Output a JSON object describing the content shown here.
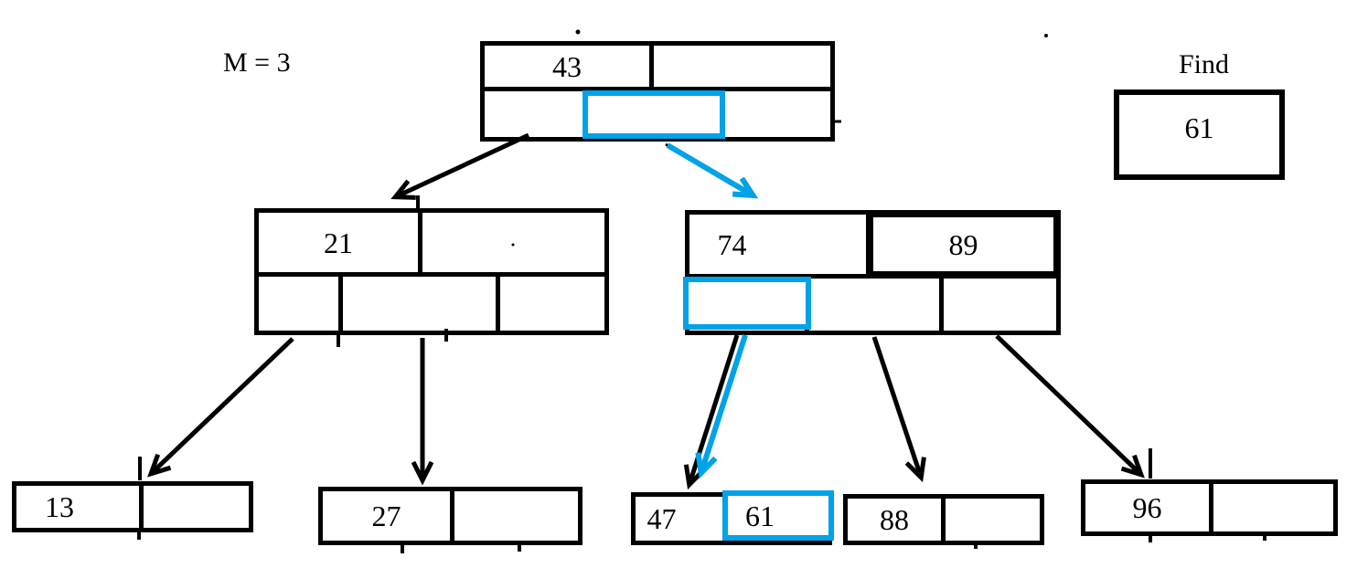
{
  "colors": {
    "ink": "#000000",
    "highlight": "#00A2E8"
  },
  "labels": {
    "order": "M = 3",
    "find": "Find"
  },
  "find_box": {
    "value": "61"
  },
  "nodes": {
    "root": {
      "keys": [
        "43",
        ""
      ]
    },
    "internal_left": {
      "keys": [
        "21",
        ""
      ]
    },
    "internal_right": {
      "keys": [
        "74",
        "89"
      ]
    },
    "leaf_1": {
      "keys": [
        "13",
        ""
      ]
    },
    "leaf_2": {
      "keys": [
        "27",
        ""
      ]
    },
    "leaf_3": {
      "keys": [
        "47",
        "61"
      ]
    },
    "leaf_4": {
      "keys": [
        "88",
        ""
      ]
    },
    "leaf_5": {
      "keys": [
        "96",
        ""
      ]
    }
  }
}
